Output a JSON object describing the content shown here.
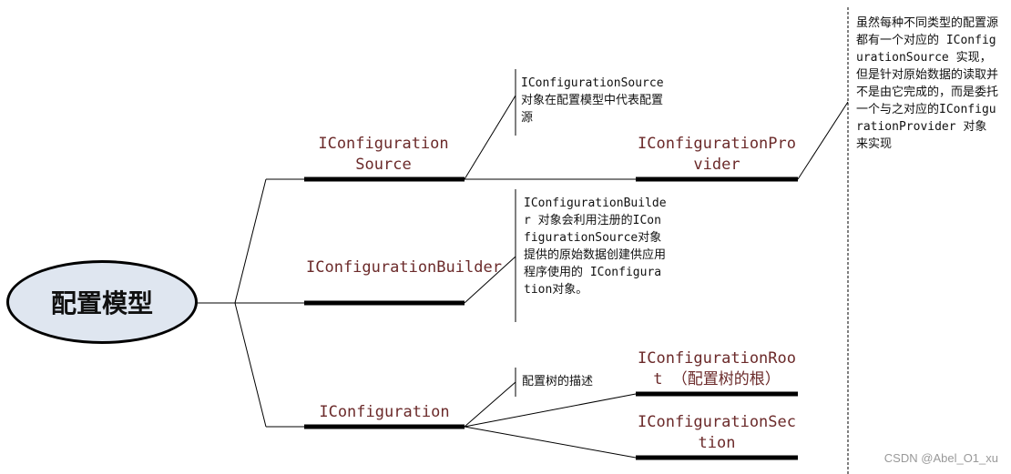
{
  "root": {
    "label": "配置模型"
  },
  "nodes": {
    "source": "IConfiguration Source",
    "builder": "IConfigurationBuilder",
    "configuration": "IConfiguration",
    "provider": "IConfigurationProvider",
    "config_root": "IConfigurationRoot （配置树的根）",
    "config_section": "IConfigurationSection"
  },
  "notes": {
    "source": "IConfigurationSource对象在配置模型中代表配置源",
    "builder": "IConfigurationBuilder 对象会利用注册的IConfigurationSource对象提供的原始数据创建供应用程序使用的 IConfiguration对象。",
    "configuration": "配置树的描述",
    "provider": "虽然每种不同类型的配置源都有一个对应的 IConfigurationSource 实现，但是针对原始数据的读取并不是由它完成的，而是委托一个与之对应的IConfigurationProvider 对象来实现"
  },
  "watermark": "CSDN @Abel_O1_xu"
}
